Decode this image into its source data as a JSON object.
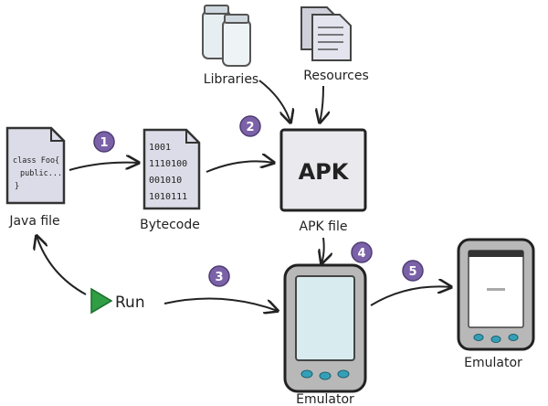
{
  "labels": {
    "java_file": "Java file",
    "bytecode": "Bytecode",
    "apk_file": "APK file",
    "libraries": "Libraries",
    "resources": "Resources",
    "run": "Run",
    "emulator_main": "Emulator",
    "emulator_small": "Emulator"
  },
  "java_doc_lines": [
    "class Foo{",
    "public...",
    "}"
  ],
  "bytecode_lines": [
    "1001",
    "1110100",
    "001010",
    "1010111"
  ],
  "apk_text": "APK",
  "steps": [
    "1",
    "2",
    "3",
    "4",
    "5"
  ],
  "colors": {
    "badge": "#7b62a8",
    "paper": "#dcdce8",
    "screen": "#d8ecef",
    "run": "#2f9e44",
    "device": "#b5b5b5",
    "button": "#34a0b8"
  }
}
